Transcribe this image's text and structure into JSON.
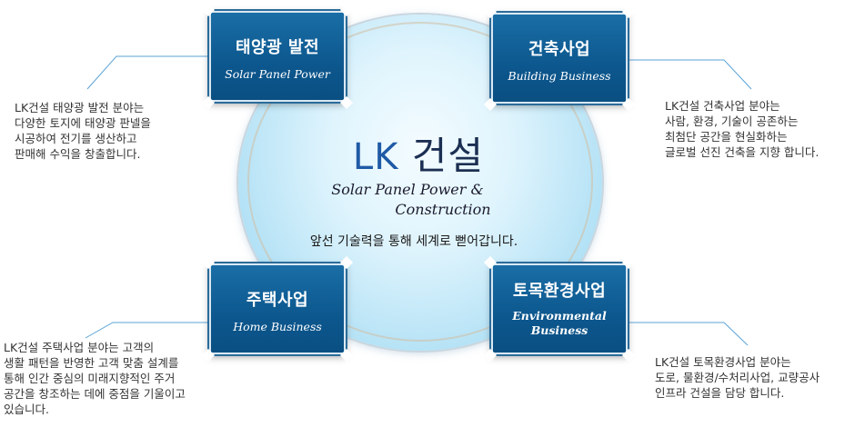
{
  "hub": {
    "brand": "LK",
    "name": "건설",
    "subtitle_line1": "Solar Panel  Power &",
    "subtitle_line2": "Construction",
    "tagline": "앞선 기술력을 통해 세계로 뻗어갑니다."
  },
  "cards": [
    {
      "title": "태양광 발전",
      "subtitle": "Solar Panel Power"
    },
    {
      "title": "건축사업",
      "subtitle": "Building Business"
    },
    {
      "title": "주택사업",
      "subtitle": "Home  Business"
    },
    {
      "title": "토목환경사업",
      "subtitle": "Environmental\nBusiness"
    }
  ],
  "descriptions": [
    "LK건설 태양광 발전 분야는\n다양한 토지에 태양광 판넬을\n시공하여 전기를 생산하고\n판매해 수익을 창출합니다.",
    "LK건설 건축사업 분야는\n사람, 환경, 기술이 공존하는\n최첨단 공간을 현실화하는\n글로벌 선진 건축을 지향 합니다.",
    "LK건설 주택사업 분야는 고객의\n생활 패턴을 반영한 고객 맞춤 설계를\n통해 인간 중심의 미래지향적인 주거\n공간을 창조하는 데에 중점을 기울이고\n있습니다.",
    "LK건설 토목환경사업 분야는\n도로, 물환경/수처리사업, 교량공사\n인프라 건설을 담당 합니다."
  ],
  "colors": {
    "card_bg": "#0c578e",
    "hub_light": "#dff4fd",
    "hub_edge": "#8fd0ee",
    "connector": "#5ba3d6"
  }
}
